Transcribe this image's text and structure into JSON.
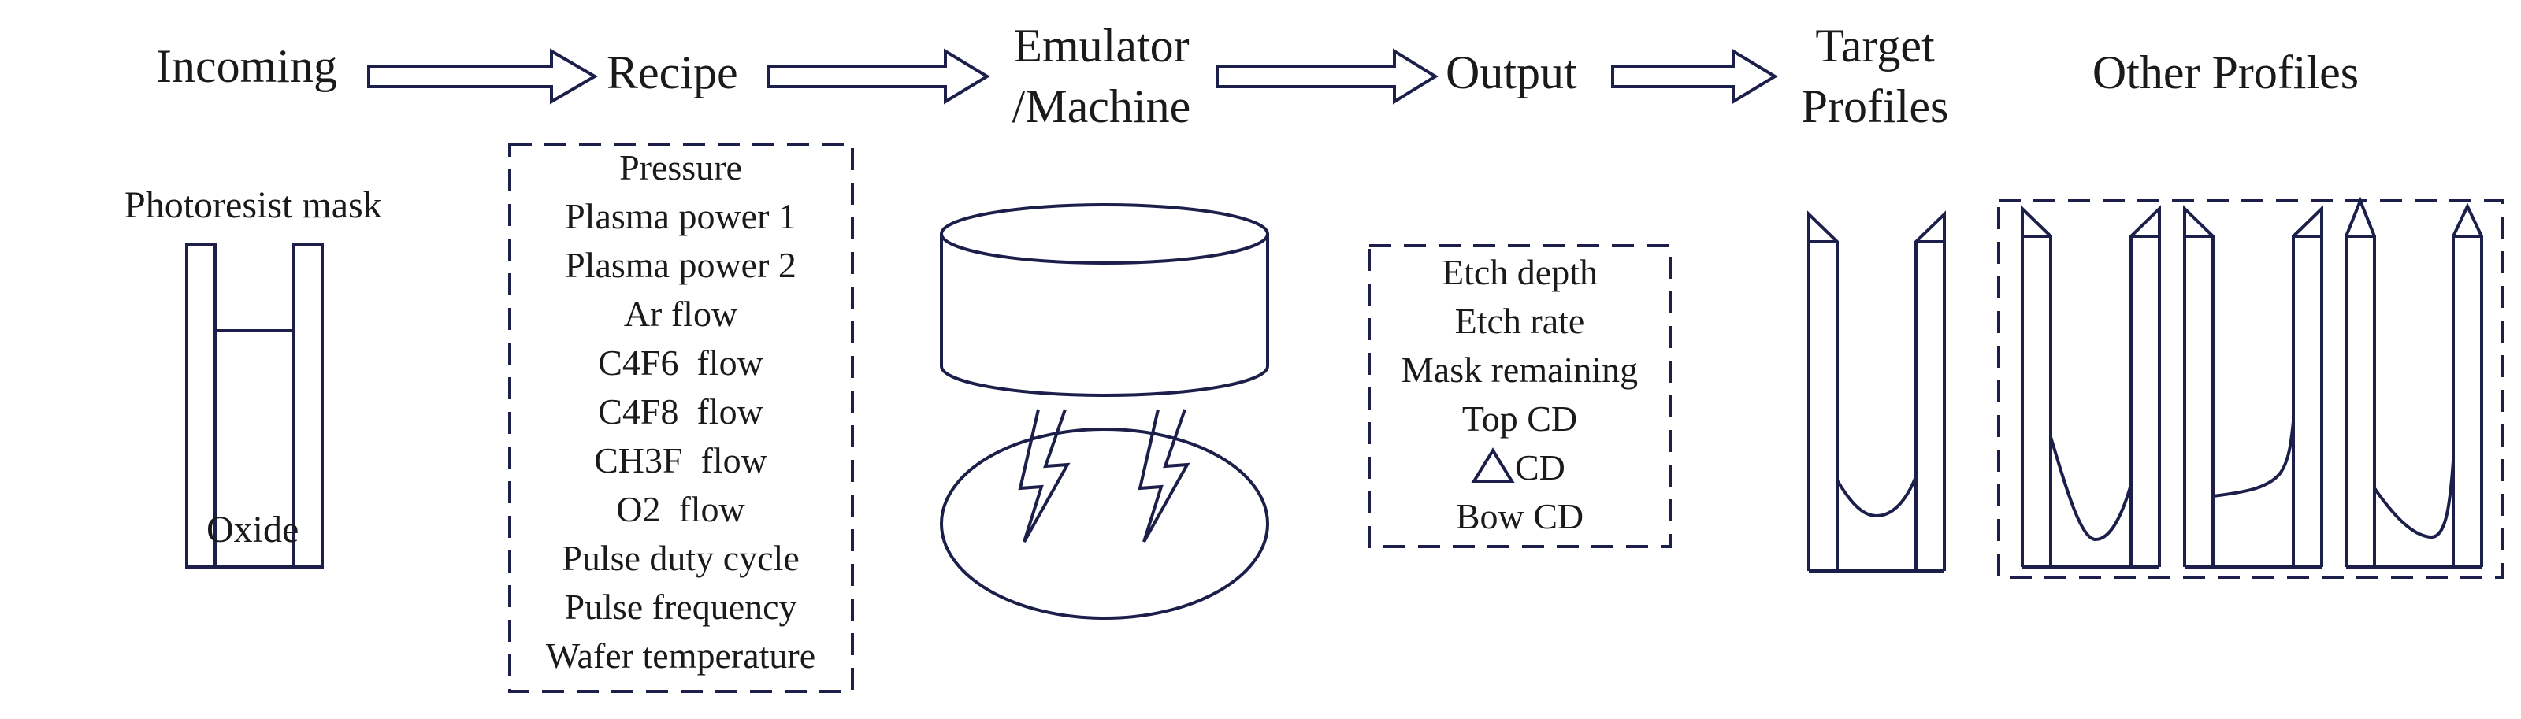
{
  "stages": {
    "incoming": "Incoming",
    "recipe": "Recipe",
    "emulator_line1": "Emulator",
    "emulator_line2": "/Machine",
    "output": "Output",
    "target_line1": "Target",
    "target_line2": "Profiles",
    "other_profiles": "Other Profiles"
  },
  "incoming": {
    "mask_label": "Photoresist mask",
    "oxide_label": "Oxide"
  },
  "recipe_params": [
    "Pressure",
    "Plasma power 1",
    "Plasma power 2",
    "Ar flow",
    "C4F6  flow",
    "C4F8  flow",
    "CH3F  flow",
    "O2  flow",
    "Pulse duty cycle",
    "Pulse frequency",
    "Wafer temperature"
  ],
  "output_metrics": [
    "Etch depth",
    "Etch rate",
    "Mask remaining",
    "Top CD",
    "CD",
    "Bow CD"
  ],
  "colors": {
    "line": "#1c1f4a",
    "text": "#1a1a1a"
  }
}
